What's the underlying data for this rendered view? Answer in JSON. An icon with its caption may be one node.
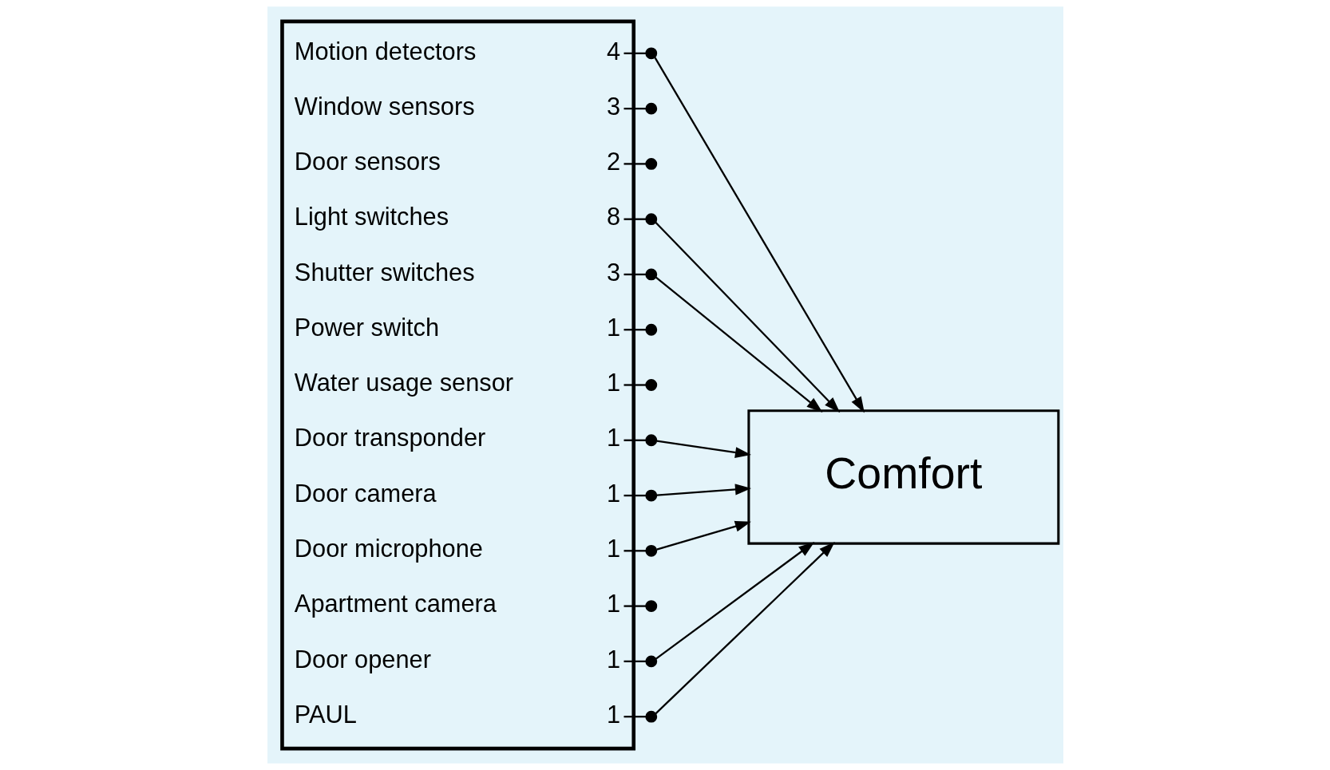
{
  "diagram": {
    "nodes": [
      {
        "text": [],
        "shape": "box"
      },
      {
        "text": [
          "Motion detectors",
          "4"
        ],
        "in": 0
      },
      {
        "text": [
          "Window sensors",
          "3"
        ],
        "in": 0
      },
      {
        "text": [
          "Door sensors",
          "2"
        ],
        "in": 0
      },
      {
        "text": [
          "Light switches",
          "8"
        ],
        "in": 0
      },
      {
        "text": [
          "Shutter switches",
          "3"
        ],
        "in": 0
      },
      {
        "text": [
          "Power switch",
          "1"
        ],
        "in": 0
      },
      {
        "text": [
          "Water usage sensor",
          "1"
        ],
        "in": 0
      },
      {
        "text": [
          "Door transponder",
          "1"
        ],
        "in": 0
      },
      {
        "text": [
          "Door camera",
          "1"
        ],
        "in": 0
      },
      {
        "text": [
          "Door microphone",
          "1"
        ],
        "in": 0
      },
      {
        "text": [
          "Apartment camera",
          "1"
        ],
        "in": 0
      },
      {
        "text": [
          "Door opener",
          "1"
        ],
        "in": 0
      },
      {
        "text": [
          "PAUL",
          "1"
        ],
        "in": 0
      },
      {
        "text": [],
        "shape": "circle"
      },
      {
        "text": [],
        "shape": "circle"
      },
      {
        "text": [],
        "shape": "circle"
      },
      {
        "text": [],
        "shape": "circle"
      },
      {
        "text": [],
        "shape": "circle"
      },
      {
        "text": [],
        "shape": "circle"
      },
      {
        "text": [],
        "shape": "circle"
      },
      {
        "text": [],
        "shape": "circle"
      },
      {
        "text": [],
        "shape": "circle"
      },
      {
        "text": [],
        "shape": "circle"
      },
      {
        "text": [],
        "shape": "circle"
      },
      {
        "text": [],
        "shape": "circle"
      },
      {
        "text": [],
        "shape": "circle"
      },
      {
        "text": [
          "Comfort"
        ]
      }
    ],
    "edges": [
      {
        "from": 1,
        "to": 14,
        "arrow": "none"
      },
      {
        "from": 2,
        "to": 15,
        "arrow": "none"
      },
      {
        "from": 3,
        "to": 16,
        "arrow": "none"
      },
      {
        "from": 4,
        "to": 17,
        "arrow": "none"
      },
      {
        "from": 5,
        "to": 18,
        "arrow": "none"
      },
      {
        "from": 6,
        "to": 19,
        "arrow": "none"
      },
      {
        "from": 7,
        "to": 20,
        "arrow": "none"
      },
      {
        "from": 8,
        "to": 21,
        "arrow": "none"
      },
      {
        "from": 9,
        "to": 22,
        "arrow": "none"
      },
      {
        "from": 10,
        "to": 23,
        "arrow": "none"
      },
      {
        "from": 11,
        "to": 24,
        "arrow": "none"
      },
      {
        "from": 12,
        "to": 25,
        "arrow": "none"
      },
      {
        "from": 13,
        "to": 26,
        "arrow": "none"
      },
      {
        "from": 14,
        "to": 27,
        "arrow": "to"
      },
      {
        "from": 17,
        "to": 27,
        "arrow": "to"
      },
      {
        "from": 18,
        "to": 27,
        "arrow": "to"
      },
      {
        "from": 21,
        "to": 27,
        "arrow": "to"
      },
      {
        "from": 22,
        "to": 27,
        "arrow": "to"
      },
      {
        "from": 23,
        "to": 27,
        "arrow": "to"
      },
      {
        "from": 25,
        "to": 27,
        "arrow": "to"
      },
      {
        "from": 26,
        "to": 27,
        "arrow": "to"
      }
    ]
  }
}
